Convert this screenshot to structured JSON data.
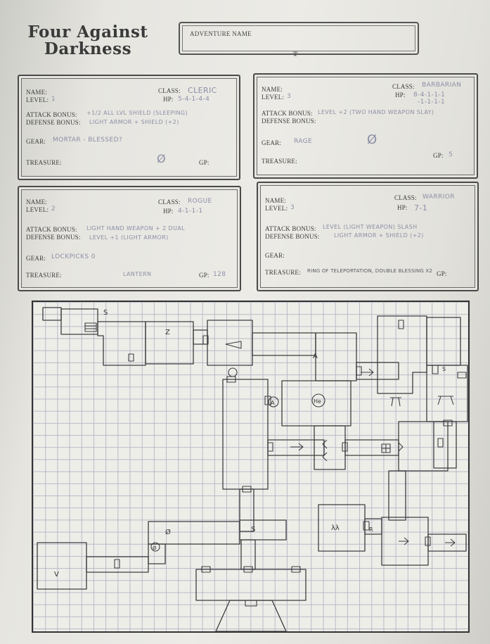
{
  "logo": {
    "line1": "Four Against",
    "line2": "Darkness"
  },
  "adventure": {
    "label": "ADVENTURE NAME",
    "value": ""
  },
  "characters": [
    {
      "name_label": "NAME:",
      "name": "",
      "level_label": "LEVEL:",
      "level": "1",
      "class_label": "CLASS:",
      "class": "CLERIC",
      "hp_label": "HP:",
      "hp": "5-4-1-4-4",
      "attack_label": "ATTACK BONUS:",
      "attack": "+1/2 ALL LVL SHIELD (SLEEPING)",
      "defense_label": "DEFENSE BONUS:",
      "defense": "LIGHT ARMOR + SHIELD (+2)",
      "gear_label": "GEAR:",
      "gear": "MORTAR - BLESSED?",
      "treasure_label": "TREASURE:",
      "treasure": "Ø",
      "gp_label": "GP:",
      "gp": ""
    },
    {
      "name_label": "NAME:",
      "name": "",
      "level_label": "LEVEL:",
      "level": "3",
      "class_label": "CLASS:",
      "class": "BARBARIAN",
      "hp_label": "HP:",
      "hp": "8-4-1-1-1",
      "hp2": "-1-1-1-1",
      "attack_label": "ATTACK BONUS:",
      "attack": "LEVEL +2 (TWO HAND WEAPON SLAY)",
      "defense_label": "DEFENSE BONUS:",
      "defense": "",
      "gear_label": "GEAR:",
      "gear": "RAGE",
      "treasure_label": "TREASURE:",
      "treasure": "Ø",
      "gp_label": "GP:",
      "gp": "5"
    },
    {
      "name_label": "NAME:",
      "name": "",
      "level_label": "LEVEL:",
      "level": "2",
      "class_label": "CLASS:",
      "class": "ROGUE",
      "hp_label": "HP:",
      "hp": "4-1-1-1",
      "attack_label": "ATTACK BONUS:",
      "attack": "LIGHT HAND WEAPON + 2 DUAL",
      "defense_label": "DEFENSE BONUS:",
      "defense": "LEVEL +1 (LIGHT ARMOR)",
      "gear_label": "GEAR:",
      "gear": "LOCKPICKS 0",
      "treasure_label": "TREASURE:",
      "treasure": "LANTERN",
      "gp_label": "GP:",
      "gp": "128"
    },
    {
      "name_label": "NAME:",
      "name": "",
      "level_label": "LEVEL:",
      "level": "3",
      "class_label": "CLASS:",
      "class": "WARRIOR",
      "hp_label": "HP:",
      "hp": "7-1",
      "attack_label": "ATTACK BONUS:",
      "attack": "LEVEL (LIGHT WEAPON) SLASH",
      "defense_label": "DEFENSE BONUS:",
      "defense": "LIGHT ARMOR + SHIELD (+2)",
      "gear_label": "GEAR:",
      "gear": "",
      "treasure_label": "TREASURE:",
      "treasure": "RING OF TELEPORTATION, DOUBLE BLESSING X2",
      "gp_label": "GP:",
      "gp": ""
    }
  ],
  "map": {
    "labels": {
      "s_top": "S",
      "z": "Z",
      "a": "A",
      "he": "He",
      "circle_a": "A",
      "arrows_pair": "λλ",
      "r": "R",
      "s_mid": "S",
      "v": "V",
      "zero1": "Ø",
      "zero2": "Ø",
      "s_right": "S"
    }
  }
}
